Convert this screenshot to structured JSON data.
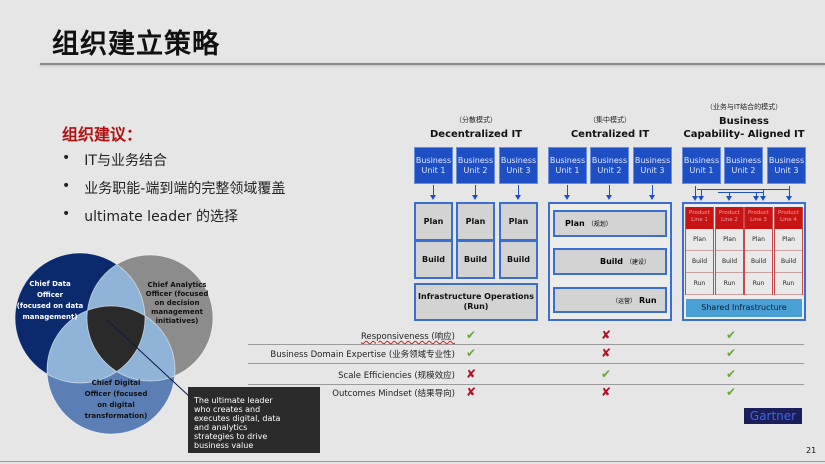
{
  "title": "组织建立策略",
  "subtitle": "组织建议：",
  "bullets": [
    "IT与业务结合",
    "业务职能-端到端的完整领域覆盖",
    "ultimate leader 的选择"
  ],
  "models": [
    {
      "mode": "（分散模式）",
      "name": "Decentralized IT",
      "units": [
        [
          "Business",
          "Unit 1"
        ],
        [
          "Business",
          "Unit 2"
        ],
        [
          "Business",
          "Unit 3"
        ]
      ],
      "plan": "Plan",
      "build": "Build",
      "infra": "Infrastructure Operations",
      "infra2": "(Run)"
    },
    {
      "mode": "（集中模式）",
      "name": "Centralized IT",
      "units": [
        [
          "Business",
          "Unit 1"
        ],
        [
          "Business",
          "Unit 2"
        ],
        [
          "Business",
          "Unit 3"
        ]
      ],
      "plan": "Plan",
      "plan_cn": "（规划）",
      "build": "Build",
      "build_cn": "（建设）",
      "run": "Run",
      "run_cn": "（运营）"
    },
    {
      "mode": "（业务与IT结合的模式）",
      "name1": "Business",
      "name2": "Capability- Aligned IT",
      "units": [
        [
          "Business",
          "Unit 1"
        ],
        [
          "Business",
          "Unit 2"
        ],
        [
          "Business",
          "Unit 3"
        ]
      ],
      "lines": [
        [
          "Product",
          "Line 1"
        ],
        [
          "Product",
          "Line 2"
        ],
        [
          "Product",
          "Line 3"
        ],
        [
          "Product",
          "Line 4"
        ]
      ],
      "plan": "Plan",
      "build": "Build",
      "run": "Run",
      "shared": "Shared Infrastructure"
    }
  ],
  "comparison": [
    {
      "label": "Responsiveness (响应)",
      "marks": [
        "check",
        "cross",
        "check"
      ]
    },
    {
      "label": "Business Domain Expertise (业务领域专业性)",
      "marks": [
        "check",
        "cross",
        "check"
      ]
    },
    {
      "label": "Scale Efficiencies (规模效应)",
      "marks": [
        "cross",
        "check",
        "check"
      ]
    },
    {
      "label": "Outcomes Mindset (结果导向)",
      "marks": [
        "cross",
        "cross",
        "check"
      ]
    }
  ],
  "symbols": {
    "check": "✔",
    "cross": "✘"
  },
  "venn": {
    "data": [
      "Chief Data",
      "Officer",
      "(focused on data",
      "management)"
    ],
    "analytics": [
      "Chief  Analytics",
      "Officer  (focused",
      "on  decision",
      "management",
      "initiatives)"
    ],
    "digital": [
      "Chief Digital",
      "Officer  (focused",
      "on digital",
      "transformation)"
    ],
    "leader": [
      "The ultimate leader",
      "who creates  and",
      "executes digital, data",
      "and  analytics",
      "strategies to drive",
      "business value"
    ],
    "colors": {
      "data": "#0b2a6e",
      "analytics": "#8c8c8c",
      "digital": "#5b7fb5",
      "overlap": "#8fb4d8",
      "center": "#2a2a2a"
    }
  },
  "logo": "Gartner",
  "page_number": "21"
}
